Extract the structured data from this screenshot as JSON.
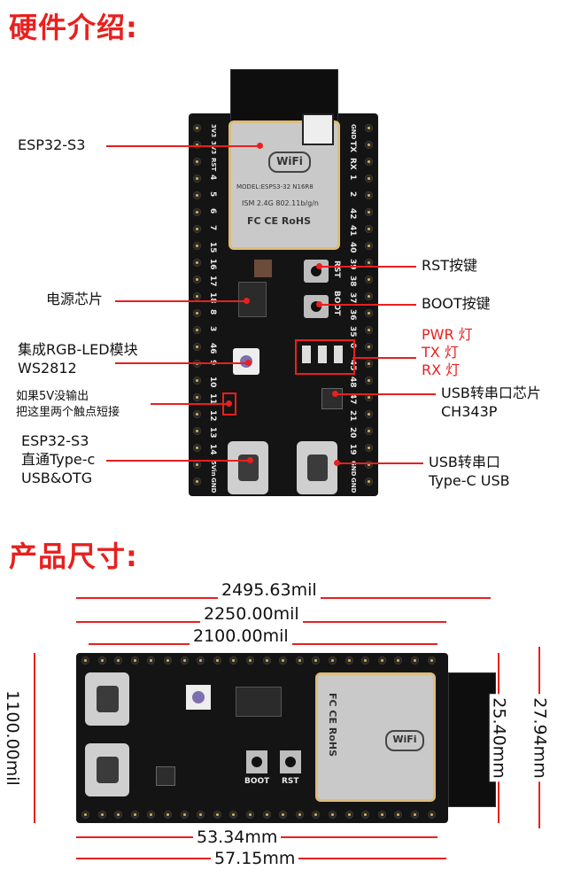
{
  "sections": {
    "intro_title": "硬件介绍:",
    "size_title": "产品尺寸:"
  },
  "module": {
    "wifi_logo": "WiFi",
    "model": "MODEL:ESPS3-32  N16R8",
    "ism": "ISM 2.4G 802.11b/g/n",
    "marks": "FC CE RoHS"
  },
  "callouts": {
    "esp32": "ESP32-S3",
    "power_chip": "电源芯片",
    "rgb_line1": "集成RGB-LED模块",
    "rgb_line2": "WS2812",
    "fivev_line1": "如果5V没输出",
    "fivev_line2": "把这里两个触点短接",
    "otg_line1": "ESP32-S3",
    "otg_line2": "直通Type-c",
    "otg_line3": "USB&OTG",
    "rst": "RST按键",
    "boot": "BOOT按键",
    "pwr": "PWR 灯",
    "tx": "TX 灯",
    "rx": "RX 灯",
    "uart_chip_line1": "USB转串口芯片",
    "uart_chip_line2": "CH343P",
    "uart_usb_line1": "USB转串口",
    "uart_usb_line2": "Type-C USB"
  },
  "pins": {
    "left": [
      "3V3",
      "3V3",
      "RST",
      "4",
      "5",
      "6",
      "7",
      "15",
      "16",
      "17",
      "18",
      "8",
      "3",
      "46",
      "9",
      "10",
      "11",
      "12",
      "13",
      "14",
      "5Vin",
      "GND"
    ],
    "right": [
      "GND",
      "TX",
      "RX",
      "1",
      "2",
      "42",
      "41",
      "40",
      "39",
      "38",
      "37",
      "36",
      "35",
      "0",
      "45",
      "48",
      "47",
      "21",
      "20",
      "19",
      "GND",
      "GND"
    ]
  },
  "pcb_labels": {
    "rst": "RST",
    "boot": "BOOT",
    "gnd": "GND",
    "tx": "TX",
    "rx": "RX"
  },
  "dimensions": {
    "w1": "2495.63mil",
    "w2": "2250.00mil",
    "w3": "2100.00mil",
    "h_left": "1100.00mil",
    "h_mm1": "25.40mm",
    "h_mm2": "27.94mm",
    "b1": "53.34mm",
    "b2": "57.15mm"
  },
  "colors": {
    "accent": "#e8201e",
    "pcb": "#141414",
    "gold": "#d9b25a"
  }
}
